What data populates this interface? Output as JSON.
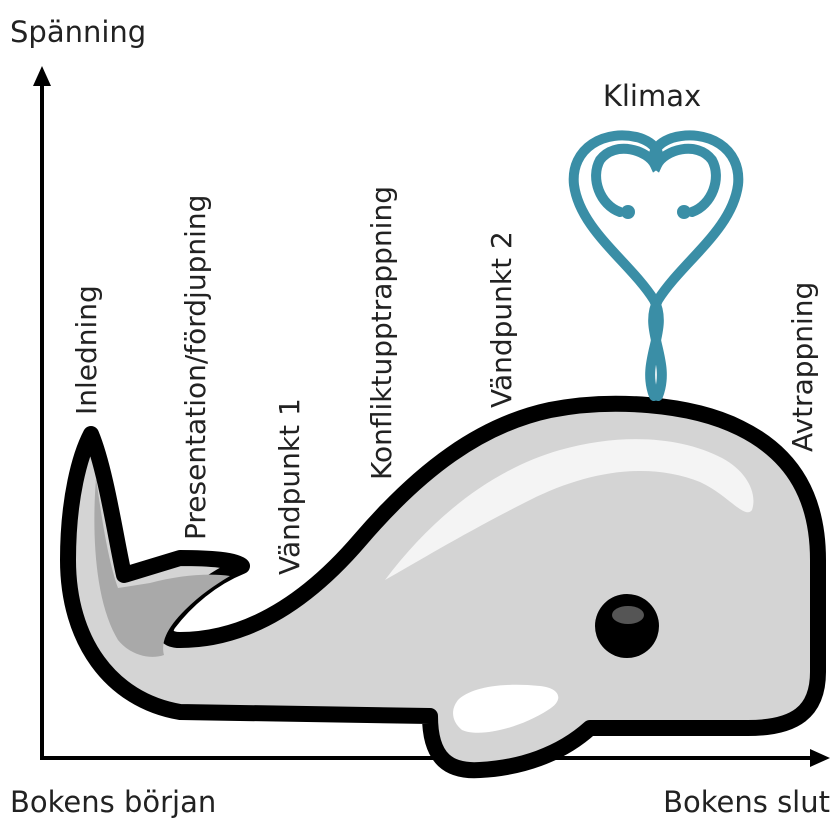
{
  "axis": {
    "y_label": "Spänning",
    "x_start_label": "Bokens början",
    "x_end_label": "Bokens slut"
  },
  "stages": [
    {
      "key": "inledning",
      "label": "Inledning"
    },
    {
      "key": "presentation",
      "label": "Presentation/fördjupning"
    },
    {
      "key": "vandpunkt1",
      "label": "Vändpunkt 1"
    },
    {
      "key": "konflikt",
      "label": "Konfliktupptrappning"
    },
    {
      "key": "vandpunkt2",
      "label": "Vändpunkt 2"
    },
    {
      "key": "klimax",
      "label": "Klimax"
    },
    {
      "key": "avtrappning",
      "label": "Avtrappning"
    }
  ],
  "colors": {
    "outline": "#000000",
    "body": "#d4d4d4",
    "tail_shadow": "#a9a9a9",
    "highlight": "#f4f4f4",
    "spout": "#3a8ea6",
    "text": "#222222"
  },
  "icons": {
    "whale": "whale-illustration",
    "spout": "water-spout"
  }
}
